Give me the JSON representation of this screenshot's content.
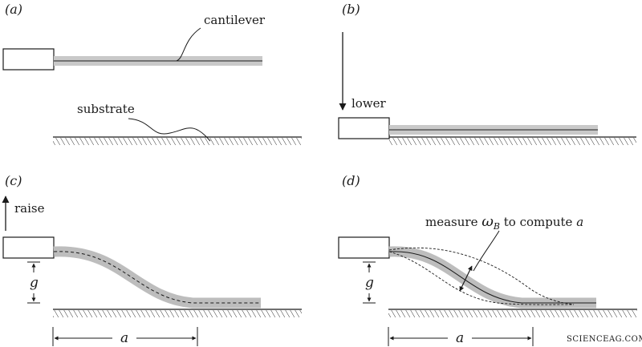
{
  "panels": {
    "a": {
      "label": "(a)",
      "callouts": {
        "cantilever": "cantilever",
        "substrate": "substrate"
      }
    },
    "b": {
      "label": "(b)",
      "arrow_label": "lower"
    },
    "c": {
      "label": "(c)",
      "arrow_label": "raise",
      "gap_symbol": "g",
      "length_symbol": "a"
    },
    "d": {
      "label": "(d)",
      "annotation_prefix": "measure ",
      "annotation_omega": "ω",
      "annotation_subscript": "B",
      "annotation_suffix": " to compute ",
      "annotation_target": "a",
      "gap_symbol": "g",
      "length_symbol": "a"
    }
  },
  "watermark": "SCIENCEAG.COM",
  "colors": {
    "line": "#1a1a1a",
    "beam_fill": "#c9c9c9",
    "beam_band": "#bdbdbd",
    "background": "#ffffff"
  }
}
